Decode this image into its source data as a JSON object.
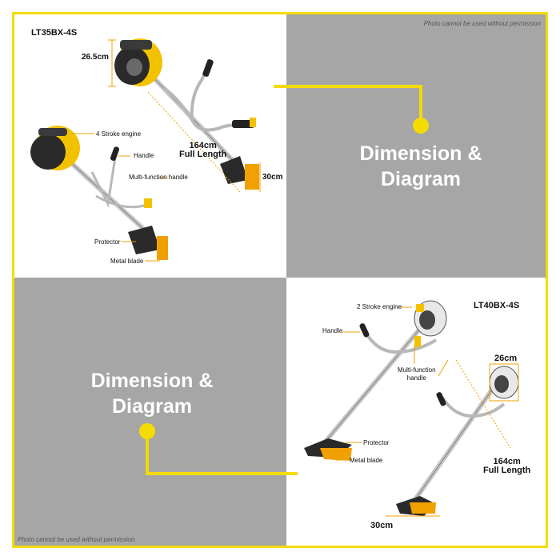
{
  "watermark": "Photo cannot be used without permission",
  "top_left": {
    "model": "LT35BX-4S",
    "height_dim": "26.5cm",
    "length_dim_value": "164cm",
    "length_dim_label": "Full Length",
    "blade_dim": "30cm",
    "labels": {
      "engine": "4 Stroke engine",
      "handle": "Handle",
      "multi_handle": "Multi-function handle",
      "protector": "Protector",
      "blade": "Metal blade"
    }
  },
  "top_right": {
    "line1": "Dimension &",
    "line2": "Diagram"
  },
  "bottom_left": {
    "line1": "Dimension &",
    "line2": "Diagram"
  },
  "bottom_right": {
    "model": "LT40BX-4S",
    "height_dim": "26cm",
    "length_dim_value": "164cm",
    "length_dim_label": "Full Length",
    "blade_dim": "30cm",
    "labels": {
      "engine": "2 Stroke engine",
      "handle": "Handle",
      "multi_handle_1": "Multi-function",
      "multi_handle_2": "handle",
      "protector": "Protector",
      "blade": "Metal blade"
    }
  },
  "colors": {
    "accent_yellow": "#f5dc00",
    "panel_grey": "#a6a6a6",
    "engine_yellow": "#f2c200",
    "dimension_orange": "#f0a000"
  }
}
